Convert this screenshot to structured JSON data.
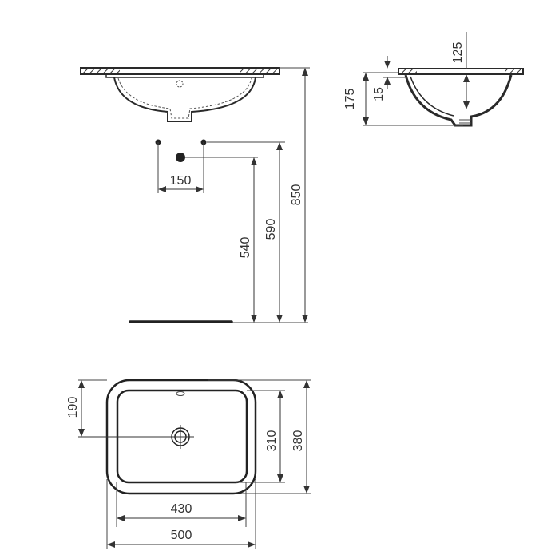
{
  "drawing": {
    "type": "technical-dimension-drawing",
    "subject": "under-counter washbasin",
    "units": "mm",
    "colors": {
      "line": "#2a2a2a",
      "dim_line": "#444444",
      "text": "#333333",
      "background": "#ffffff"
    }
  },
  "front_view": {
    "dimensions": {
      "tap_hole_spacing": "150",
      "waste_height": "540",
      "supply_height": "590",
      "counter_height": "850"
    }
  },
  "side_section": {
    "dimensions": {
      "bowl_depth": "125",
      "rim_thickness": "15",
      "overall_depth": "175"
    }
  },
  "plan_view": {
    "dimensions": {
      "waste_offset": "190",
      "inner_depth": "310",
      "outer_depth": "380",
      "inner_width": "430",
      "outer_width": "500"
    }
  }
}
